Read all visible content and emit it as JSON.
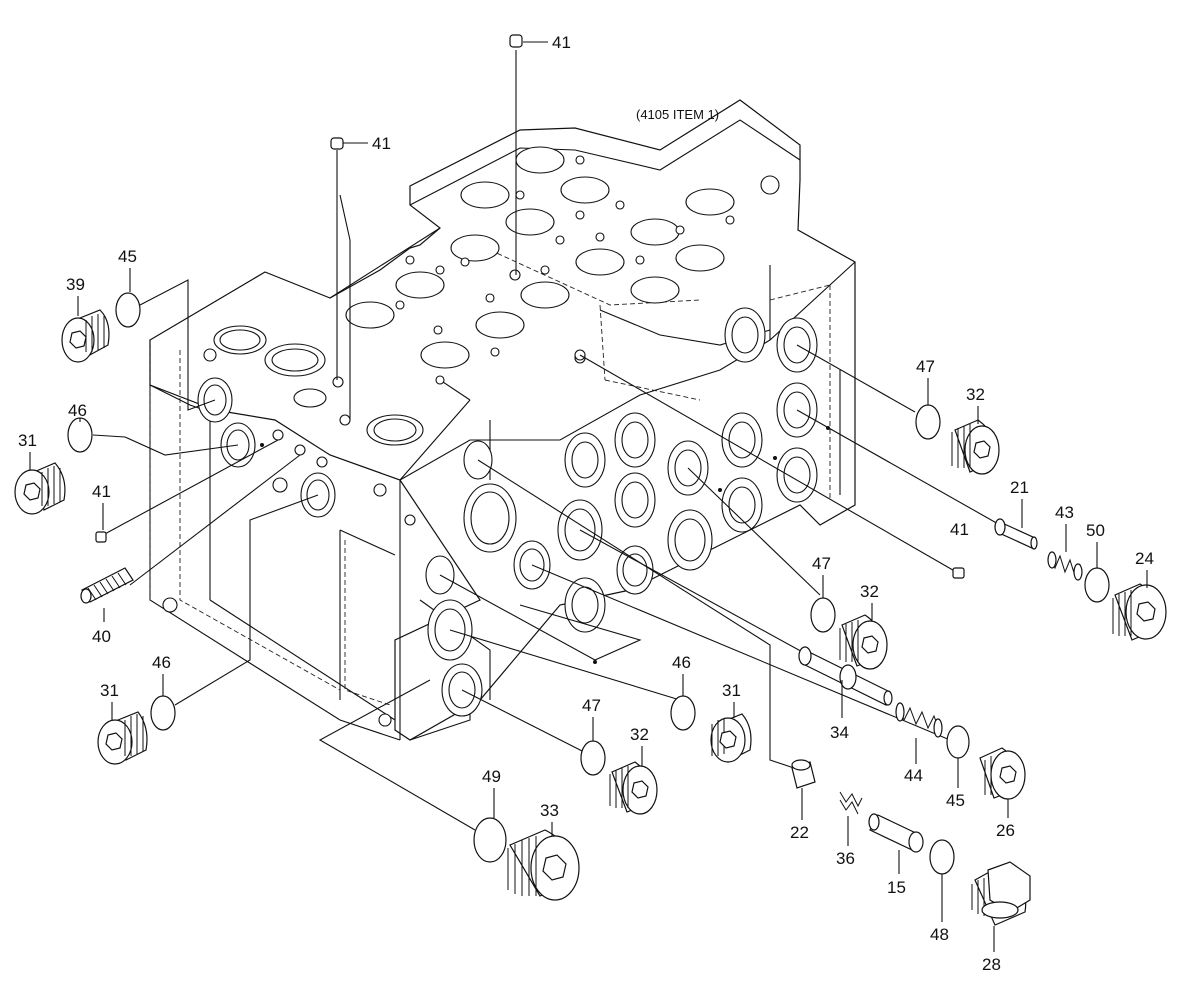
{
  "title_note": "(4105 ITEM 1)",
  "labels": {
    "p41a": "41",
    "p41b": "41",
    "p41c": "41",
    "p41d": "41",
    "p45a": "45",
    "p45b": "45",
    "p39": "39",
    "p46a": "46",
    "p46b": "46",
    "p46c": "46",
    "p31a": "31",
    "p31b": "31",
    "p31c": "31",
    "p40": "40",
    "p47a": "47",
    "p47b": "47",
    "p47c": "47",
    "p32a": "32",
    "p32b": "32",
    "p32c": "32",
    "p21": "21",
    "p43": "43",
    "p50": "50",
    "p24": "24",
    "p34": "34",
    "p44": "44",
    "p26": "26",
    "p22": "22",
    "p36": "36",
    "p15": "15",
    "p48": "48",
    "p28": "28",
    "p49": "49",
    "p33": "33"
  }
}
